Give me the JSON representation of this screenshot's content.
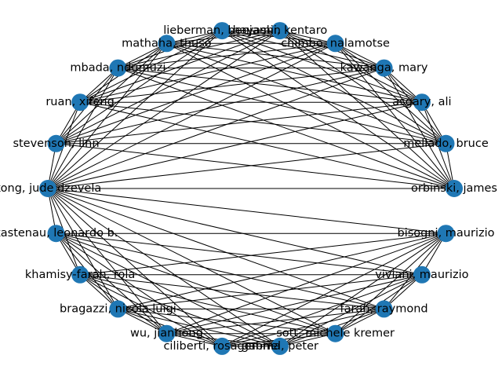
{
  "colors": {
    "node": "#1f77b4",
    "edge": "#000000",
    "background": "#ffffff"
  },
  "nodes": [
    {
      "id": "hayashi",
      "label": "hayashi, kentaro"
    },
    {
      "id": "chimbo",
      "label": "chimbo, nalamotse"
    },
    {
      "id": "kawanga",
      "label": "kawanga, mary"
    },
    {
      "id": "asgary",
      "label": "asgary, ali"
    },
    {
      "id": "mellado",
      "label": "mellado, bruce"
    },
    {
      "id": "orbinski",
      "label": "orbinski, james"
    },
    {
      "id": "bisogni",
      "label": "bisogni, maurizio"
    },
    {
      "id": "viviani",
      "label": "viviani, maurizio"
    },
    {
      "id": "farah",
      "label": "farah, raymond"
    },
    {
      "id": "sott",
      "label": "sott, michele kremer"
    },
    {
      "id": "gabrielli",
      "label": "gabriel, peter"
    },
    {
      "id": "ciliberti",
      "label": "ciliberti, rosagemma"
    },
    {
      "id": "wu",
      "label": "wu, jianhong"
    },
    {
      "id": "bragazzi",
      "label": "bragazzi, nicola luigi"
    },
    {
      "id": "khamisy",
      "label": "khamisy-farah, rola"
    },
    {
      "id": "kastenau",
      "label": "kastenau, leonardo b."
    },
    {
      "id": "kong",
      "label": "kong, jude dzevela"
    },
    {
      "id": "stevenson",
      "label": "stevenson, linn"
    },
    {
      "id": "ruan",
      "label": "ruan, xifeng"
    },
    {
      "id": "mbada",
      "label": "mbada, ndumuzi"
    },
    {
      "id": "mathaha",
      "label": "mathaha, thuso"
    },
    {
      "id": "lieberman",
      "label": "lieberman, benjamin"
    }
  ],
  "edges": [
    [
      "kong",
      "hayashi"
    ],
    [
      "kong",
      "chimbo"
    ],
    [
      "kong",
      "kawanga"
    ],
    [
      "kong",
      "asgary"
    ],
    [
      "kong",
      "mellado"
    ],
    [
      "kong",
      "orbinski"
    ],
    [
      "kong",
      "bisogni"
    ],
    [
      "kong",
      "viviani"
    ],
    [
      "kong",
      "farah"
    ],
    [
      "kong",
      "sott"
    ],
    [
      "kong",
      "gabrielli"
    ],
    [
      "kong",
      "ciliberti"
    ],
    [
      "kong",
      "wu"
    ],
    [
      "kong",
      "bragazzi"
    ],
    [
      "kong",
      "khamisy"
    ],
    [
      "kong",
      "kastenau"
    ],
    [
      "kong",
      "stevenson"
    ],
    [
      "kong",
      "ruan"
    ],
    [
      "kong",
      "mbada"
    ],
    [
      "kong",
      "mathaha"
    ],
    [
      "kong",
      "lieberman"
    ],
    [
      "stevenson",
      "hayashi"
    ],
    [
      "stevenson",
      "chimbo"
    ],
    [
      "stevenson",
      "kawanga"
    ],
    [
      "stevenson",
      "asgary"
    ],
    [
      "stevenson",
      "mellado"
    ],
    [
      "stevenson",
      "orbinski"
    ],
    [
      "stevenson",
      "ruan"
    ],
    [
      "stevenson",
      "mbada"
    ],
    [
      "stevenson",
      "mathaha"
    ],
    [
      "stevenson",
      "lieberman"
    ],
    [
      "ruan",
      "hayashi"
    ],
    [
      "ruan",
      "chimbo"
    ],
    [
      "ruan",
      "kawanga"
    ],
    [
      "ruan",
      "asgary"
    ],
    [
      "ruan",
      "mellado"
    ],
    [
      "ruan",
      "orbinski"
    ],
    [
      "ruan",
      "mbada"
    ],
    [
      "ruan",
      "mathaha"
    ],
    [
      "ruan",
      "lieberman"
    ],
    [
      "mbada",
      "hayashi"
    ],
    [
      "mbada",
      "chimbo"
    ],
    [
      "mbada",
      "kawanga"
    ],
    [
      "mbada",
      "asgary"
    ],
    [
      "mbada",
      "mellado"
    ],
    [
      "mbada",
      "orbinski"
    ],
    [
      "mbada",
      "mathaha"
    ],
    [
      "mbada",
      "lieberman"
    ],
    [
      "mathaha",
      "hayashi"
    ],
    [
      "mathaha",
      "chimbo"
    ],
    [
      "mathaha",
      "kawanga"
    ],
    [
      "mathaha",
      "asgary"
    ],
    [
      "mathaha",
      "mellado"
    ],
    [
      "mathaha",
      "orbinski"
    ],
    [
      "mathaha",
      "lieberman"
    ],
    [
      "lieberman",
      "hayashi"
    ],
    [
      "lieberman",
      "chimbo"
    ],
    [
      "lieberman",
      "kawanga"
    ],
    [
      "lieberman",
      "asgary"
    ],
    [
      "lieberman",
      "mellado"
    ],
    [
      "lieberman",
      "orbinski"
    ],
    [
      "hayashi",
      "chimbo"
    ],
    [
      "hayashi",
      "kawanga"
    ],
    [
      "hayashi",
      "asgary"
    ],
    [
      "hayashi",
      "mellado"
    ],
    [
      "hayashi",
      "orbinski"
    ],
    [
      "chimbo",
      "kawanga"
    ],
    [
      "chimbo",
      "asgary"
    ],
    [
      "chimbo",
      "mellado"
    ],
    [
      "chimbo",
      "orbinski"
    ],
    [
      "kawanga",
      "asgary"
    ],
    [
      "kawanga",
      "mellado"
    ],
    [
      "kawanga",
      "orbinski"
    ],
    [
      "asgary",
      "mellado"
    ],
    [
      "asgary",
      "orbinski"
    ],
    [
      "mellado",
      "orbinski"
    ],
    [
      "kastenau",
      "bisogni"
    ],
    [
      "kastenau",
      "viviani"
    ],
    [
      "kastenau",
      "farah"
    ],
    [
      "kastenau",
      "sott"
    ],
    [
      "kastenau",
      "gabrielli"
    ],
    [
      "kastenau",
      "ciliberti"
    ],
    [
      "kastenau",
      "wu"
    ],
    [
      "kastenau",
      "bragazzi"
    ],
    [
      "kastenau",
      "khamisy"
    ],
    [
      "khamisy",
      "bisogni"
    ],
    [
      "khamisy",
      "viviani"
    ],
    [
      "khamisy",
      "farah"
    ],
    [
      "khamisy",
      "sott"
    ],
    [
      "khamisy",
      "gabrielli"
    ],
    [
      "khamisy",
      "ciliberti"
    ],
    [
      "khamisy",
      "wu"
    ],
    [
      "khamisy",
      "bragazzi"
    ],
    [
      "bragazzi",
      "bisogni"
    ],
    [
      "bragazzi",
      "viviani"
    ],
    [
      "bragazzi",
      "farah"
    ],
    [
      "bragazzi",
      "sott"
    ],
    [
      "bragazzi",
      "gabrielli"
    ],
    [
      "bragazzi",
      "ciliberti"
    ],
    [
      "bragazzi",
      "wu"
    ],
    [
      "wu",
      "bisogni"
    ],
    [
      "wu",
      "viviani"
    ],
    [
      "wu",
      "farah"
    ],
    [
      "wu",
      "sott"
    ],
    [
      "wu",
      "gabrielli"
    ],
    [
      "wu",
      "ciliberti"
    ],
    [
      "ciliberti",
      "bisogni"
    ],
    [
      "ciliberti",
      "viviani"
    ],
    [
      "ciliberti",
      "farah"
    ],
    [
      "ciliberti",
      "sott"
    ],
    [
      "ciliberti",
      "gabrielli"
    ],
    [
      "gabrielli",
      "bisogni"
    ],
    [
      "gabrielli",
      "viviani"
    ],
    [
      "gabrielli",
      "farah"
    ],
    [
      "gabrielli",
      "sott"
    ],
    [
      "sott",
      "bisogni"
    ],
    [
      "sott",
      "viviani"
    ],
    [
      "sott",
      "farah"
    ],
    [
      "farah",
      "bisogni"
    ],
    [
      "farah",
      "viviani"
    ],
    [
      "viviani",
      "bisogni"
    ]
  ]
}
